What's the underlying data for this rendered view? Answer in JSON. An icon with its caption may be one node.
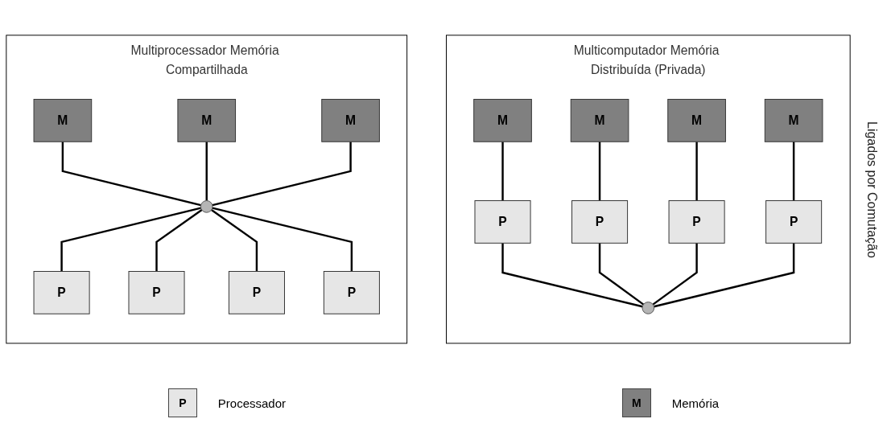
{
  "diagram": {
    "nodes": [
      {
        "text": [
          "Multiprocessador Memória Compartilhada"
        ]
      },
      {
        "text": [
          "M"
        ],
        "in": 0
      },
      {
        "text": [
          "M"
        ],
        "in": 0
      },
      {
        "text": [
          "M"
        ],
        "in": 0
      },
      {
        "text": [],
        "shape": "circle",
        "in": 0
      },
      {
        "text": [
          "P"
        ],
        "in": 0
      },
      {
        "text": [
          "P"
        ],
        "in": 0
      },
      {
        "text": [
          "P"
        ],
        "in": 0
      },
      {
        "text": [
          "P"
        ],
        "in": 0
      },
      {
        "text": [
          "Multicomputador Memória Distribuída (Privada)"
        ]
      },
      {
        "text": [
          "M"
        ],
        "in": 9
      },
      {
        "text": [
          "M"
        ],
        "in": 9
      },
      {
        "text": [
          "M"
        ],
        "in": 9
      },
      {
        "text": [
          "M"
        ],
        "in": 9
      },
      {
        "text": [
          "P"
        ],
        "in": 9
      },
      {
        "text": [
          "P"
        ],
        "in": 9
      },
      {
        "text": [
          "P"
        ],
        "in": 9
      },
      {
        "text": [
          "P"
        ],
        "in": 9
      },
      {
        "text": [],
        "shape": "circle",
        "in": 9
      }
    ],
    "edges": [
      {
        "from": 1,
        "to": 4,
        "arrow": "none"
      },
      {
        "from": 2,
        "to": 4,
        "arrow": "none"
      },
      {
        "from": 3,
        "to": 4,
        "arrow": "none"
      },
      {
        "from": 4,
        "to": 5,
        "arrow": "none"
      },
      {
        "from": 4,
        "to": 6,
        "arrow": "none"
      },
      {
        "from": 4,
        "to": 7,
        "arrow": "none"
      },
      {
        "from": 4,
        "to": 8,
        "arrow": "none"
      },
      {
        "from": 10,
        "to": 14,
        "arrow": "none"
      },
      {
        "from": 11,
        "to": 15,
        "arrow": "none"
      },
      {
        "from": 12,
        "to": 16,
        "arrow": "none"
      },
      {
        "from": 13,
        "to": 17,
        "arrow": "none"
      },
      {
        "from": 14,
        "to": 18,
        "arrow": "none"
      },
      {
        "from": 15,
        "to": 18,
        "arrow": "none"
      },
      {
        "from": 16,
        "to": 18,
        "arrow": "none"
      },
      {
        "from": 17,
        "to": 18,
        "arrow": "none"
      }
    ],
    "labels": [
      "Ligados por Comutação",
      "P",
      "M"
    ],
    "legend": [
      {
        "text": "Processador",
        "color": "#e6e6e6"
      },
      {
        "text": "Memória",
        "color": "#808080"
      }
    ]
  }
}
